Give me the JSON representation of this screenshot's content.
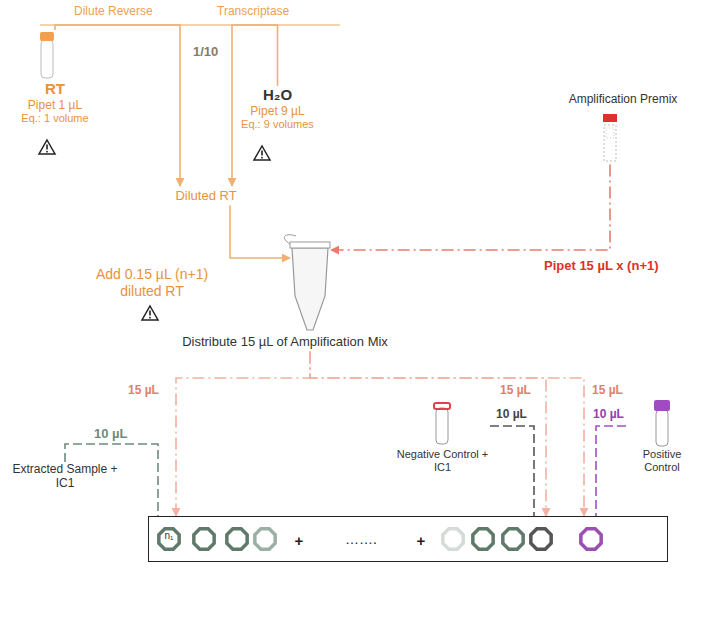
{
  "diagram": {
    "nodes": [
      {
        "text": [
          "RT",
          "Pipet 1 µL",
          "Eq.: 1 volume"
        ]
      },
      {
        "text": [
          "H₂O",
          "Pipet 9 µL",
          "Eq.: 9 volumes"
        ]
      },
      {
        "text": [
          "Diluted RT"
        ]
      },
      {
        "text": [
          "Amplification Premix"
        ]
      },
      {
        "text": [
          "Distribute 15 µL of Amplification Mix"
        ]
      },
      {
        "text": [
          "Extracted Sample + IC1"
        ]
      },
      {
        "text": [
          "Negative Control + IC1"
        ]
      },
      {
        "text": [
          "Positive Control"
        ]
      },
      {
        "text": [
          "n₁",
          "+",
          "…….",
          "+"
        ]
      }
    ],
    "edges": [
      {
        "from": 0,
        "to": 2,
        "arrow": "to"
      },
      {
        "from": 1,
        "to": 2,
        "arrow": "to"
      },
      {
        "from": 2,
        "to": 4,
        "label": "Add 0.15 µL (n+1) diluted RT",
        "arrow": "to"
      },
      {
        "from": 3,
        "to": 4,
        "label": "Pipet 15 µL x (n+1)",
        "arrow": "to"
      },
      {
        "from": 4,
        "to": 8,
        "label": "15 µL",
        "arrow": "to"
      },
      {
        "from": 4,
        "to": 8,
        "label": "15 µL",
        "arrow": "to"
      },
      {
        "from": 4,
        "to": 8,
        "label": "15 µL",
        "arrow": "to"
      },
      {
        "from": 5,
        "to": 8,
        "label": "10 µL",
        "arrow": "none"
      },
      {
        "from": 6,
        "to": 8,
        "label": "10 µL",
        "arrow": "none"
      },
      {
        "from": 7,
        "to": 8,
        "label": "10 µL",
        "arrow": "none"
      }
    ],
    "labels": [
      "Dilute Reverse",
      "Transcriptase",
      "1/10"
    ]
  }
}
